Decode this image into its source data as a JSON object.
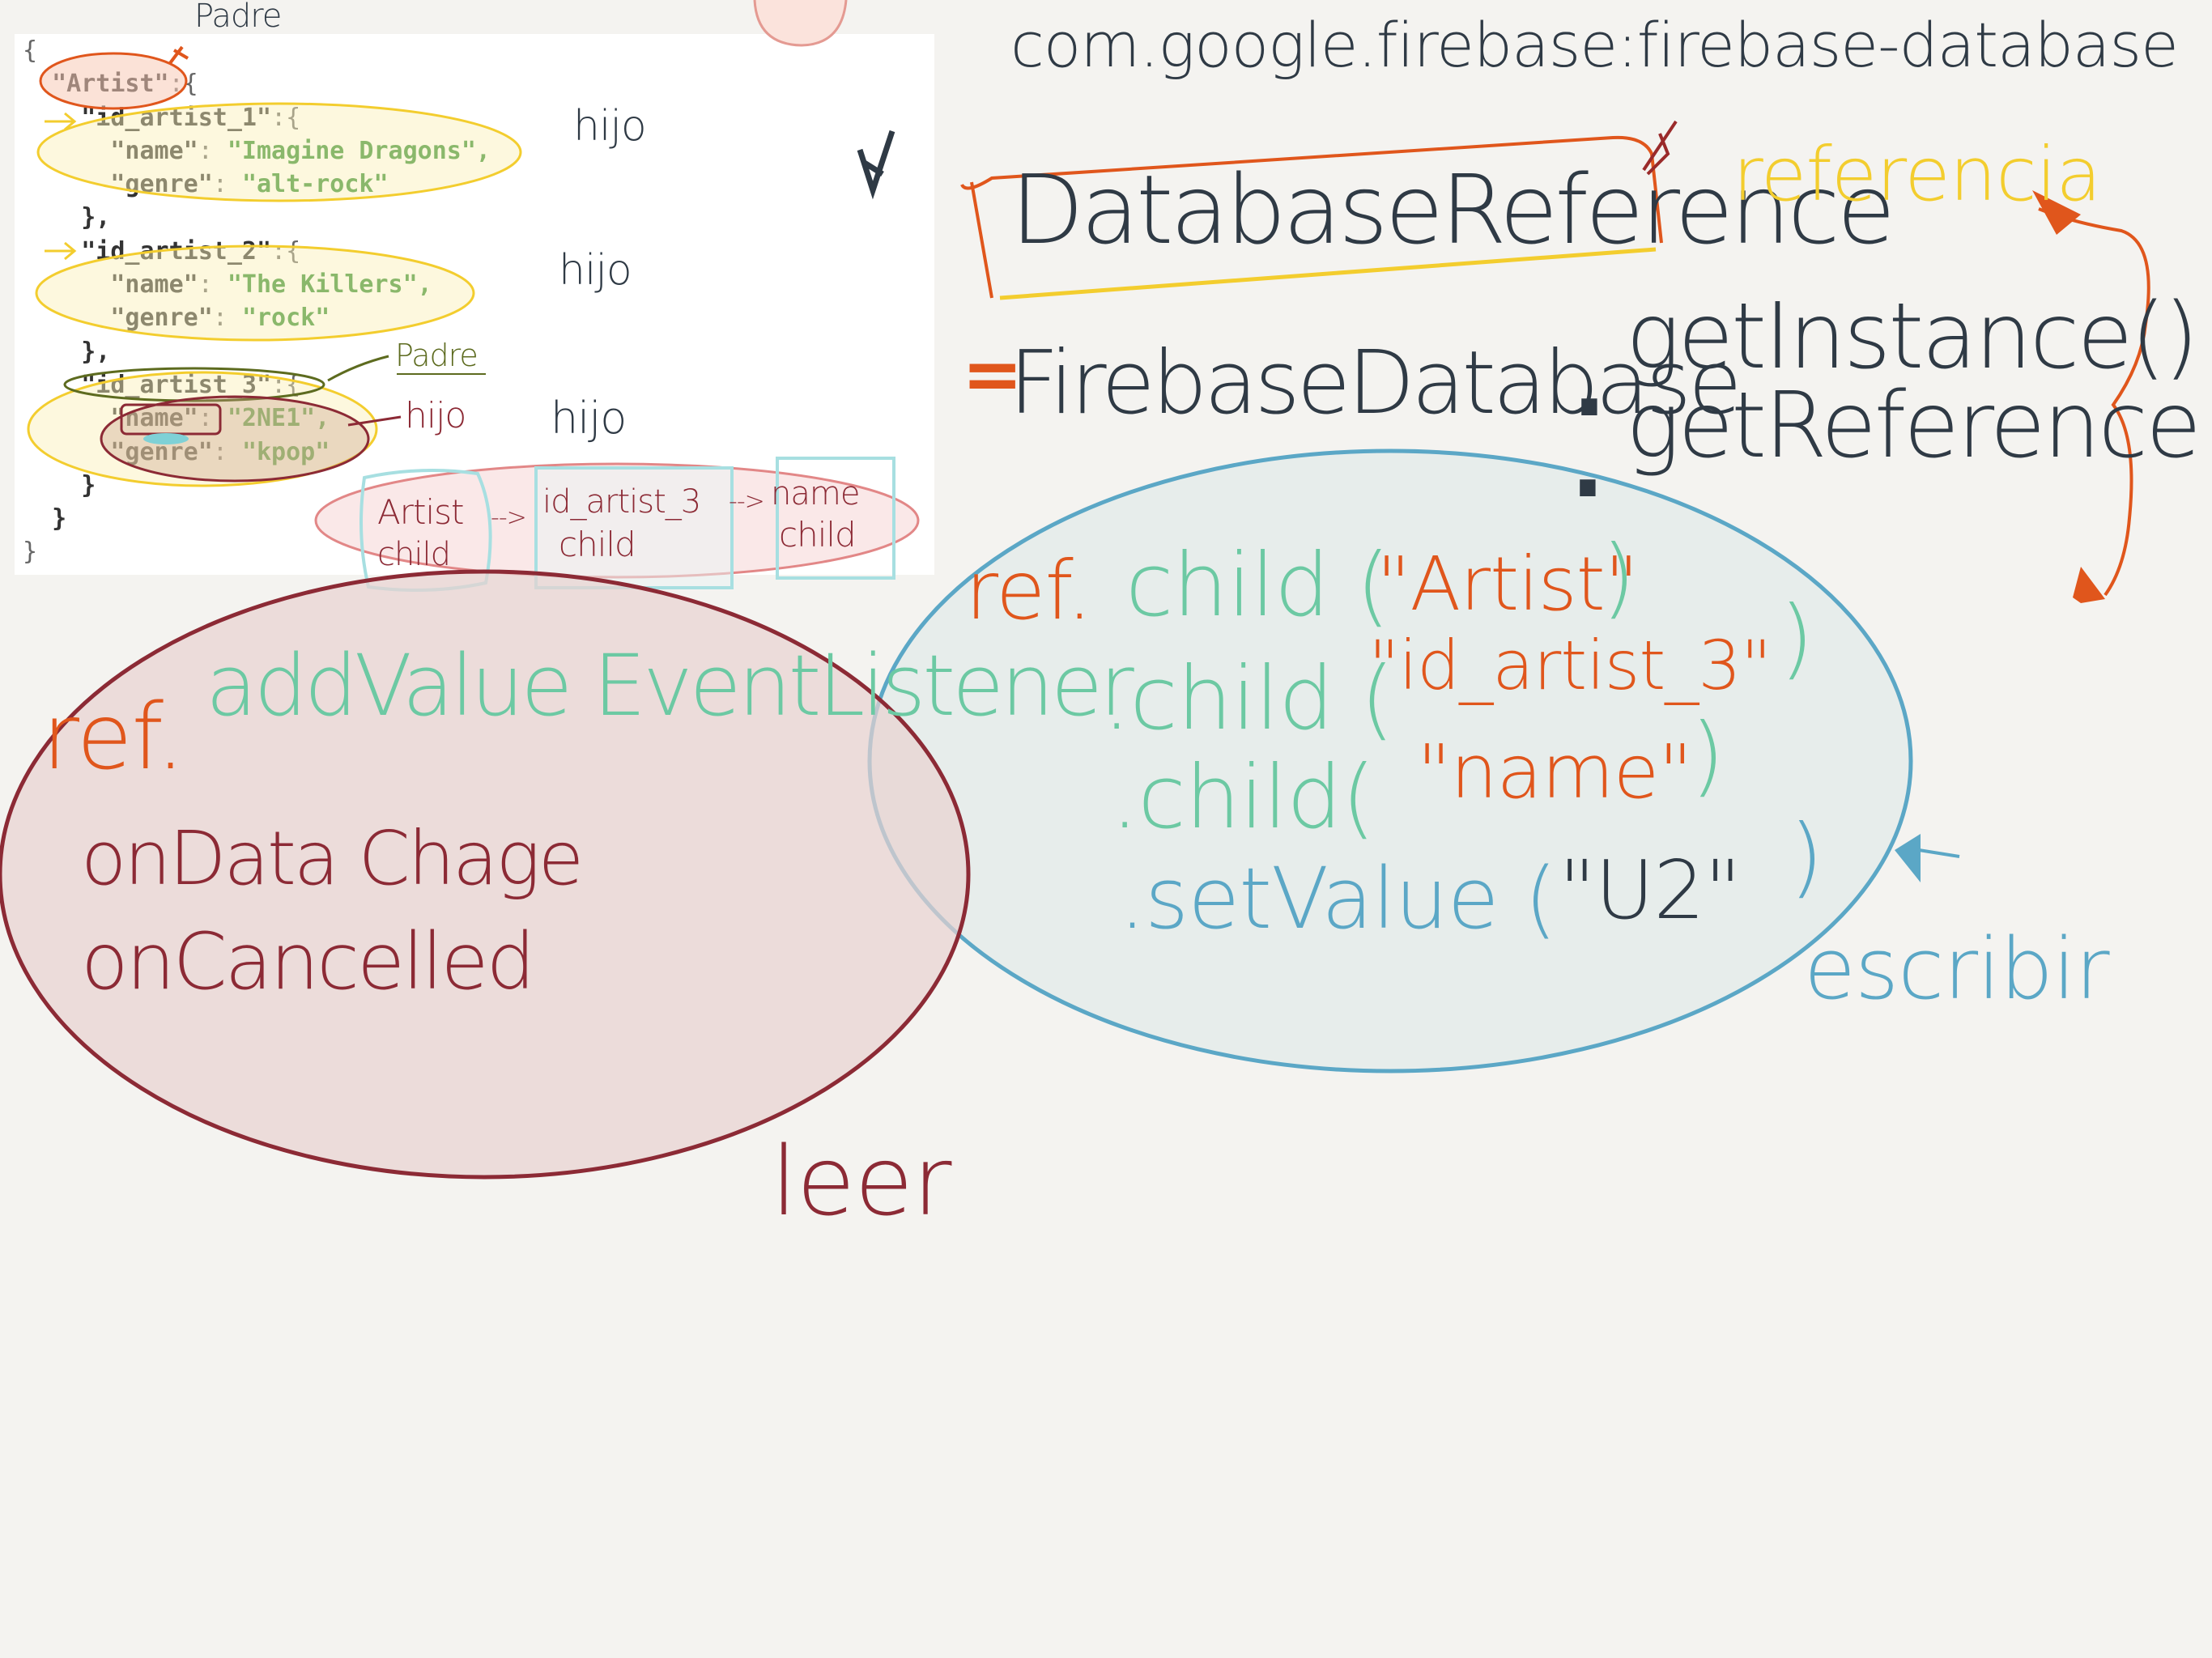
{
  "code_snippet": {
    "lines": [
      [
        "{",
        "",
        "",
        ""
      ],
      [
        "  ",
        "\"Artist\"",
        ":{",
        ""
      ],
      [
        "    ",
        "\"id_artist_1\"",
        ":{",
        ""
      ],
      [
        "      ",
        "\"name\"",
        ": ",
        "\"Imagine Dragons\","
      ],
      [
        "      ",
        "\"genre\"",
        ": ",
        "\"alt-rock\""
      ],
      [
        "    ",
        "},",
        "",
        ""
      ],
      [
        "    ",
        "\"id_artist_2\"",
        ":{",
        ""
      ],
      [
        "      ",
        "\"name\"",
        ": ",
        "\"The Killers\","
      ],
      [
        "      ",
        "\"genre\"",
        ": ",
        "\"rock\""
      ],
      [
        "    ",
        "},",
        "",
        ""
      ],
      [
        "    ",
        "\"id_artist_3\"",
        ":{",
        ""
      ],
      [
        "      ",
        "\"name\"",
        ": ",
        "\"2NE1\","
      ],
      [
        "      ",
        "\"genre\"",
        ": ",
        "\"kpop\""
      ],
      [
        "    ",
        "}",
        "",
        ""
      ],
      [
        "  ",
        "}",
        "",
        ""
      ],
      [
        "}",
        "",
        "",
        ""
      ]
    ]
  },
  "annotations": {
    "padre_top": "Padre",
    "padre_mid": "Padre",
    "hijo_1": "hijo",
    "hijo_2": "hijo",
    "hijo_3": "hijo",
    "hijo_name": "hijo",
    "path_artist": "Artist",
    "path_artist_child": "child",
    "path_arrow_1": "-->",
    "path_id": "id_artist_3",
    "path_id_child": "child",
    "path_arrow_2": "-->",
    "path_name": "name",
    "path_name_child": "child"
  },
  "notes": {
    "dependency": "com.google.firebase:firebase-database",
    "database_reference": "DatabaseReference",
    "referencia_label": "referencia",
    "equals_sign": "=",
    "firebase_database": "FirebaseDatabase",
    "dot_1": ".",
    "get_instance": "getInstance()",
    "dot_2": ".",
    "get_reference": "getReference",
    "write_chain": {
      "ref_prefix": "ref.",
      "child_1_open": "child (",
      "child_1_arg": "\"Artist\"",
      "child_1_close": ")",
      "child_2_open": ".child (",
      "child_2_arg": "\"id_artist_3\"",
      "child_2_close": ")",
      "child_3_open": ".child(",
      "child_3_arg": "\"name\"",
      "child_3_close": ")",
      "set_value_open": ".setValue (",
      "set_value_arg": "\"U2\"",
      "set_value_close": ")"
    },
    "escribir_label": "escribir",
    "read_chain": {
      "ref_prefix": "ref.",
      "listener": "addValue EventListener",
      "on_data_change": "onData Chage",
      "on_cancelled": "onCancelled"
    },
    "leer_label": "leer"
  },
  "colors": {
    "background": "#f4f3f0",
    "ink_dark": "#2f3a45",
    "orange": "#e0561c",
    "yellow": "#f3cd2e",
    "teal_green": "#6cc9a3",
    "blue": "#5ba7c6",
    "maroon": "#8c2a35",
    "light_cyan": "#a7dfe1",
    "pink": "#e28787",
    "olive": "#5d6b1f"
  }
}
